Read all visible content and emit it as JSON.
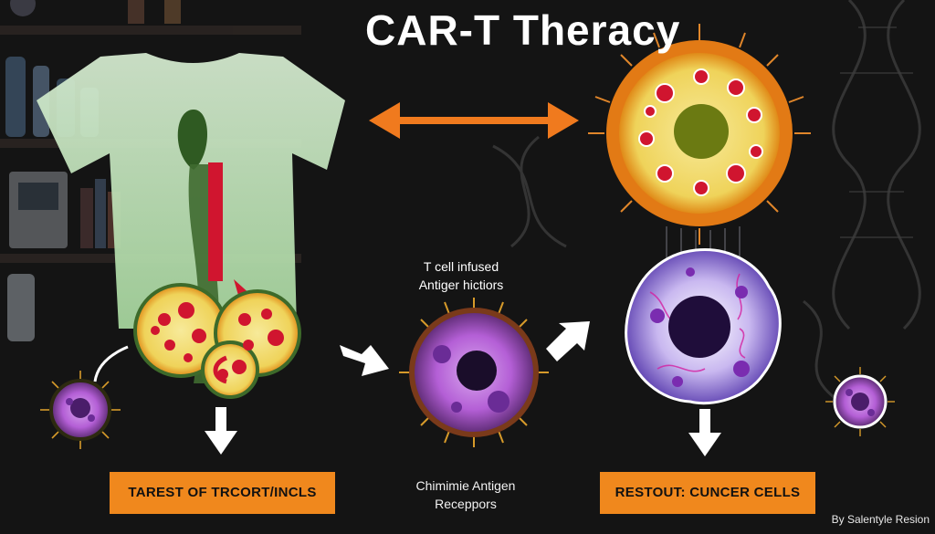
{
  "title": "CAR-T Theracy",
  "middle_label": {
    "line1": "T cell infused",
    "line2": "Antiger hictiors"
  },
  "bottom_labels": {
    "left_box": "TAREST OF TRCORT/INCLS",
    "center_line1": "Chimimie Antigen",
    "center_line2": "Receppors",
    "right_box": "RESTOUT: CUNCER CELLS"
  },
  "credit": "By Salentyle Resion",
  "colors": {
    "background": "#141414",
    "accent_orange": "#f0881d",
    "arrow_orange": "#f07a1e",
    "shirt_green": "#cfe9cf",
    "cell_yellow": "#f3e07a",
    "cell_red_dot": "#d0152f",
    "purple": "#9b3fc8"
  },
  "icons": [
    "t-shirt-illustration",
    "double-headed-arrow-icon",
    "white-arrow-icon",
    "t-cell-icon",
    "cancer-cell-icon",
    "dna-helix-icon",
    "lab-shelf-decoration"
  ]
}
